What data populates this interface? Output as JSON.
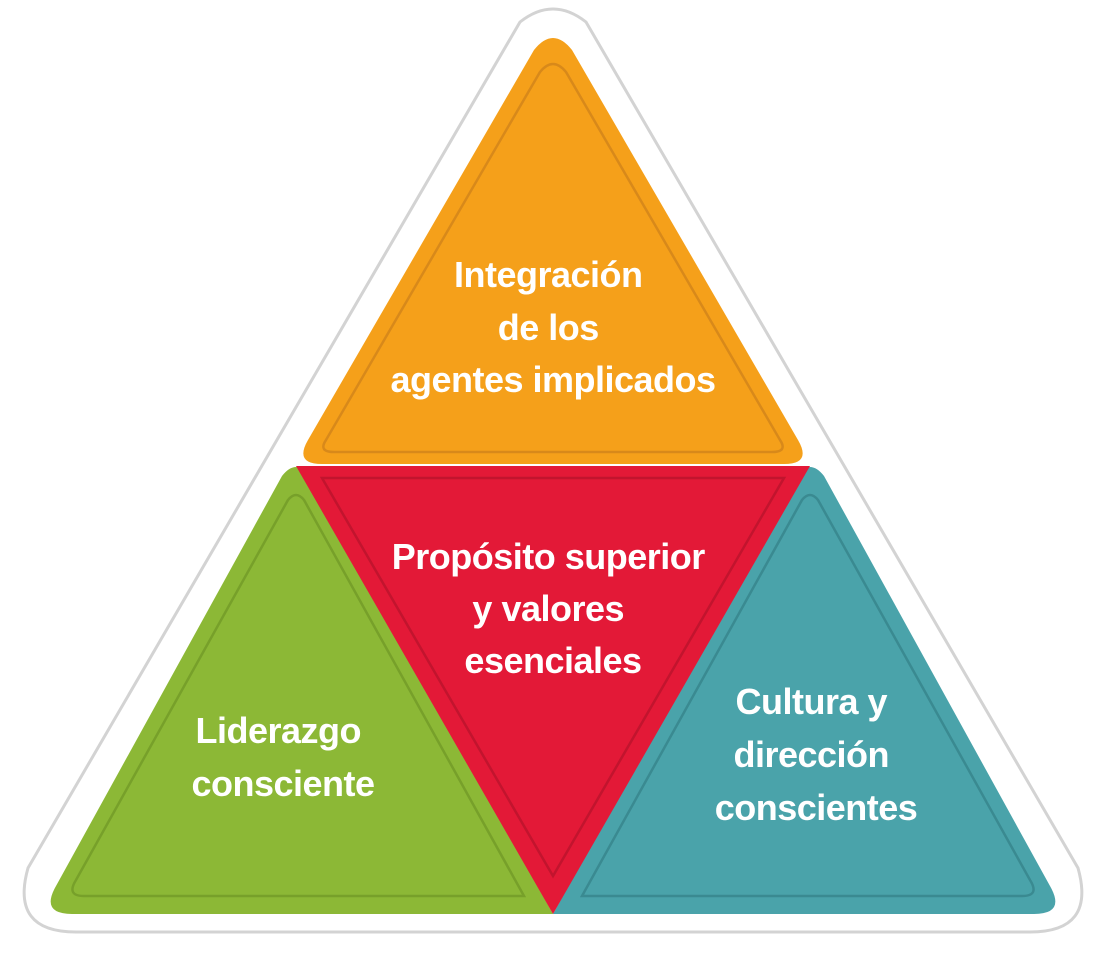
{
  "segments": {
    "top": {
      "lines": [
        "Integración",
        "de los",
        "agentes implicados"
      ],
      "color": "#F5A01A",
      "inner_stroke": "#D8891A"
    },
    "center": {
      "lines": [
        "Propósito superior",
        "y valores",
        "esenciales"
      ],
      "color": "#E31937",
      "inner_stroke": "#C2142E"
    },
    "left": {
      "lines": [
        "Liderazgo",
        "consciente"
      ],
      "color": "#8CB836",
      "inner_stroke": "#77A02A"
    },
    "right": {
      "lines": [
        "Cultura y",
        "dirección",
        "conscientes"
      ],
      "color": "#4AA3AA",
      "inner_stroke": "#3A8A91"
    }
  },
  "outline": {
    "stroke": "#D3D3D3",
    "fill": "#FFFFFF"
  }
}
